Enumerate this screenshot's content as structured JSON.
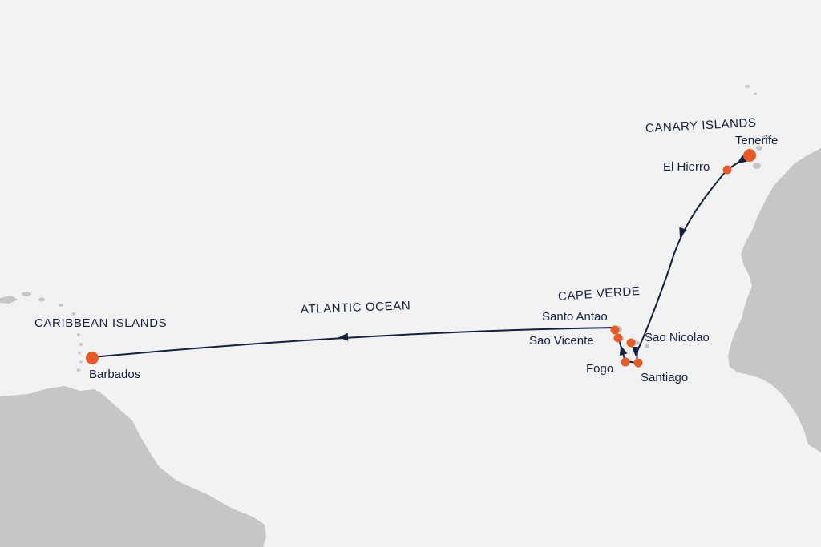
{
  "map": {
    "colors": {
      "sea": "#f2f2f2",
      "land": "#c6c6c6",
      "route": "#13203f",
      "stop": "#e85a26",
      "text": "#13203f"
    },
    "regions": {
      "canary": "CANARY ISLANDS",
      "cape_verde": "CAPE VERDE",
      "atlantic": "ATLANTIC OCEAN",
      "caribbean": "CARIBBEAN ISLANDS"
    },
    "ports": {
      "tenerife": "Tenerife",
      "el_hierro": "El Hierro",
      "santo_antao": "Santo Antao",
      "sao_vicente": "Sao Vicente",
      "sao_nicolao": "Sao Nicolao",
      "fogo": "Fogo",
      "santiago": "Santiago",
      "barbados": "Barbados"
    },
    "route_order": [
      "tenerife",
      "el_hierro",
      "sao_nicolao",
      "santiago",
      "fogo",
      "sao_vicente",
      "santo_antao",
      "barbados"
    ]
  }
}
